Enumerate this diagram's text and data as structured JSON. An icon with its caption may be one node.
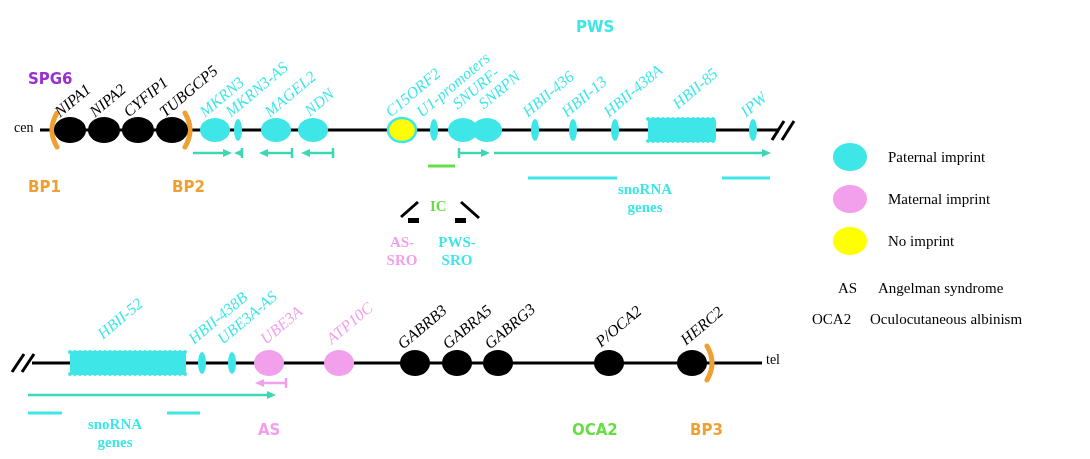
{
  "diagram": {
    "labels": [
      "SPG6",
      "PWS",
      "cen",
      "NIPA1",
      "NIPA2",
      "CYFIP1",
      "TUBGCP5",
      "MKRN3",
      "MKRN3-AS",
      "MAGEL2",
      "NDN",
      "C15ORF2",
      "U1-promoters",
      "SNURF-",
      "SNRPN",
      "HBII-436",
      "HBII-13",
      "HBII-438A",
      "HBII-85",
      "IPW",
      "BP1",
      "BP2",
      "snoRNA genes",
      "IC",
      "AS- SRO",
      "PWS- SRO",
      "HBII-52",
      "HBII-438B",
      "UBE3A-AS",
      "UBE3A",
      "ATP10C",
      "GABRB3",
      "GABRA5",
      "GABRG3",
      "P/OCA2",
      "HERC2",
      "tel",
      "snoRNA genes",
      "AS",
      "OCA2",
      "BP3",
      "AS",
      "Angelman syndrome",
      "OCA2",
      "Oculocutaneous albinism"
    ],
    "legend": [
      {
        "text": "Paternal imprint",
        "color": "#3ee6e8"
      },
      {
        "text": "Maternal imprint",
        "color": "#f2a0ec"
      },
      {
        "text": "No imprint",
        "color": "#ffff00"
      }
    ]
  }
}
